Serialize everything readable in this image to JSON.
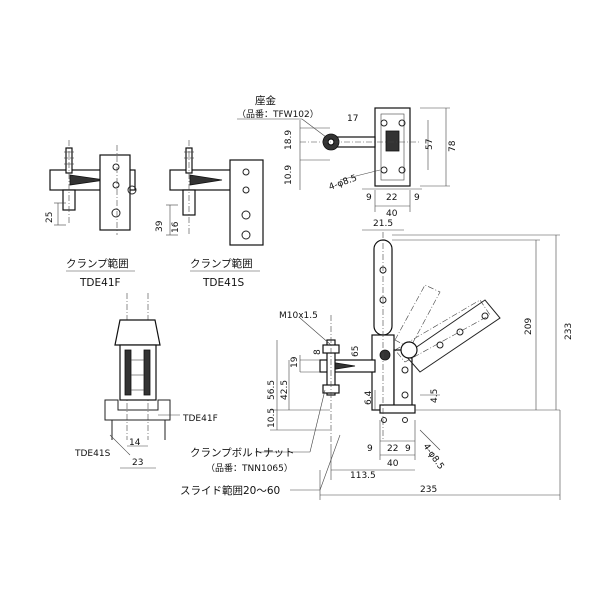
{
  "labels": {
    "washer_title": "座金",
    "washer_part": "（品番：TFW102）",
    "range_f": "クランプ範囲",
    "model_f": "TDE41F",
    "range_s": "クランプ範囲",
    "model_s": "TDE41S",
    "thread": "M10x1.5",
    "tde41f_tag": "TDE41F",
    "tde41s_tag": "TDE41S",
    "nut_title": "クランプボルトナット",
    "nut_part": "（品番：TNN1065）",
    "slide": "スライド範囲20〜60"
  },
  "dims": {
    "d17": "17",
    "d18_9": "18.9",
    "d10_9": "10.9",
    "d57": "57",
    "d78": "78",
    "hole_top": "4-φ8.5",
    "d9a": "9",
    "d22a": "22",
    "d9b": "9",
    "d40a": "40",
    "d25": "25",
    "d39": "39",
    "d16": "16",
    "d21_5": "21.5",
    "d209": "209",
    "d233": "233",
    "d8": "8",
    "d65": "65",
    "d19": "19",
    "d56_5": "56.5",
    "d42_5": "42.5",
    "d10_5": "10.5",
    "d6_4": "6.4",
    "d4_5": "4.5",
    "d9c": "9",
    "d22b": "22",
    "d9d": "9",
    "d40b": "40",
    "hole_bot": "4-φ8.5",
    "d113_5": "113.5",
    "d235": "235",
    "d14": "14",
    "d23": "23"
  }
}
